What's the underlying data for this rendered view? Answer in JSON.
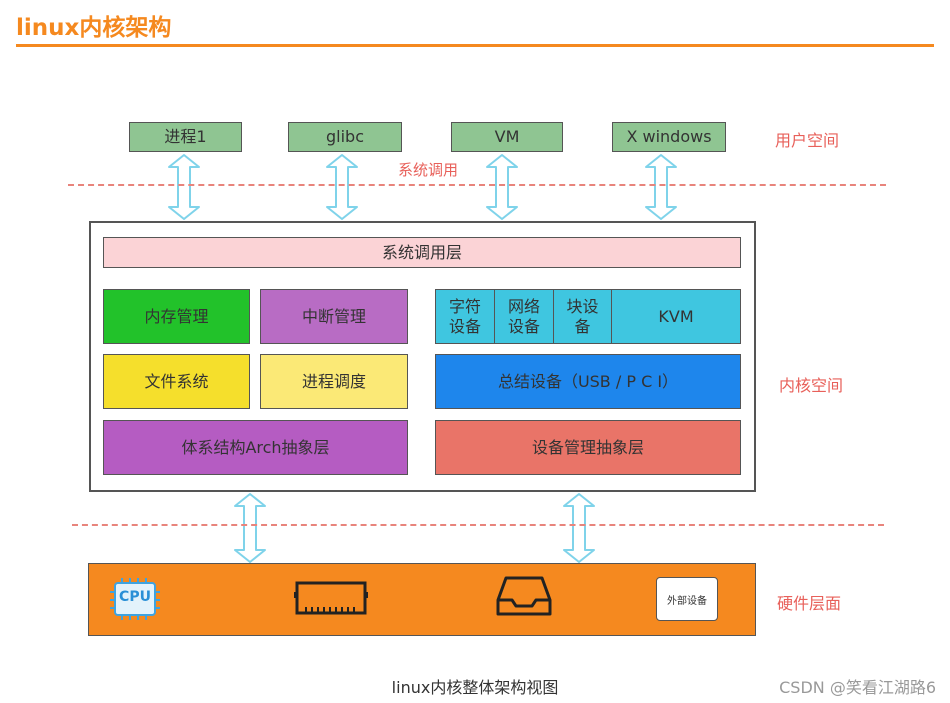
{
  "heading": "linux内核架构",
  "user_space": {
    "boxes": [
      "进程1",
      "glibc",
      "VM",
      "X windows"
    ],
    "label": "用户空间",
    "syscall_label": "系统调用"
  },
  "kernel": {
    "syscall_layer": "系统调用层",
    "memory": "内存管理",
    "interrupt": "中断管理",
    "fs": "文件系统",
    "sched": "进程调度",
    "arch": "体系结构Arch抽象层",
    "char_dev": "字符设备",
    "net_dev": "网络设备",
    "block_dev": "块设备",
    "kvm": "KVM",
    "bus_dev": "总结设备（USB / P C I）",
    "dev_mgmt": "设备管理抽象层",
    "label": "内核空间"
  },
  "hardware": {
    "cpu": "CPU",
    "external": "外部设备",
    "label": "硬件层面"
  },
  "caption": "linux内核整体架构视图",
  "credit": "CSDN @笑看江湖路6",
  "colors": {
    "accent": "#f5891f",
    "user_box": "#8fc592",
    "syscall_layer": "#fbd3d6",
    "memory": "#22c22a",
    "interrupt": "#b86cc4",
    "fs": "#f5df2c",
    "sched": "#fbe976",
    "arch": "#b55cc2",
    "device": "#3fc6e0",
    "bus": "#1e86ec",
    "dev_mgmt": "#e97468",
    "side_label": "#e8605a",
    "arrow": "#7fd3ea"
  }
}
